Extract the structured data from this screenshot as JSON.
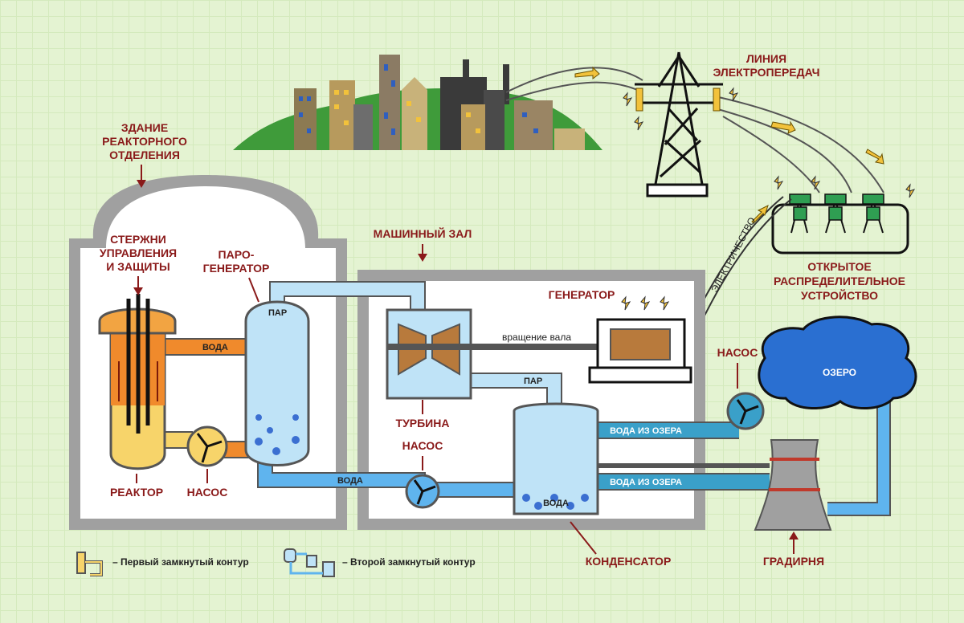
{
  "labels": {
    "reactor_building": [
      "ЗДАНИЕ",
      "РЕАКТОРНОГО",
      "ОТДЕЛЕНИЯ"
    ],
    "control_rods": [
      "СТЕРЖНИ",
      "УПРАВЛЕНИЯ",
      "И ЗАЩИТЫ"
    ],
    "steam_generator": [
      "ПАРО-",
      "ГЕНЕРАТОР"
    ],
    "turbine_hall": "МАШИННЫЙ ЗАЛ",
    "power_line": [
      "ЛИНИЯ",
      "ЭЛЕКТРОПЕРЕДАЧ"
    ],
    "switchyard": [
      "ОТКРЫТОЕ",
      "РАСПРЕДЕЛИТЕЛЬНОЕ",
      "УСТРОЙСТВО"
    ],
    "electricity": "ЭЛЕКТРИЧЕСТВО",
    "generator": "ГЕНЕРАТОР",
    "shaft_rotation": "вращение вала",
    "turbine": "ТУРБИНА",
    "pump_secondary": "НАСОС",
    "reactor": "РЕАКТОР",
    "pump_primary": "НАСОС",
    "pump_lake": "НАСОС",
    "lake": "ОЗЕРО",
    "condenser": "КОНДЕНСАТОР",
    "cooling_tower": "ГРАДИРНЯ"
  },
  "pipe_labels": {
    "steam_sg": "ПАР",
    "water_primary": "ВОДА",
    "steam_turbine_out": "ПАР",
    "water_secondary": "ВОДА",
    "water_condenser": "ВОДА",
    "lake_water_1": "ВОДА ИЗ ОЗЕРА",
    "lake_water_2": "ВОДА ИЗ ОЗЕРА"
  },
  "legend": {
    "primary_loop": "– Первый замкнутый контур",
    "secondary_loop": "– Второй замкнутый контур"
  },
  "colors": {
    "primary_loop": "#f7d46a",
    "hot_water": "#f08a2c",
    "secondary_loop": "#bfe3f7",
    "lake_loop": "#3aa0c9",
    "lake": "#2a6fd1",
    "label_red": "#8a1a1a",
    "building": "#9a9a9a"
  }
}
